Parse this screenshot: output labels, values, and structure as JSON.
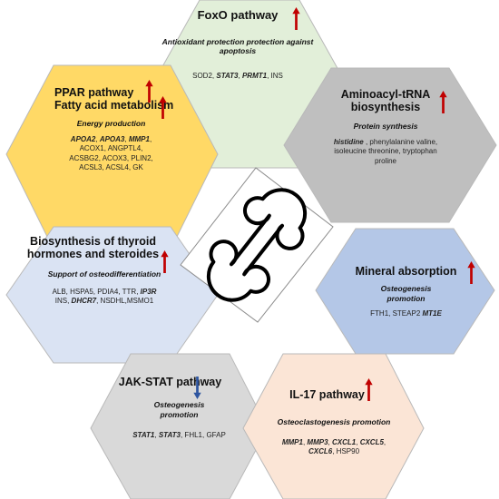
{
  "colors": {
    "up_arrow": "#c00000",
    "down_arrow": "#2e55a0",
    "foxo": "#e2efd9",
    "ppar": "#ffd966",
    "aminoacyl": "#bfbfbf",
    "thyroid": "#dae3f3",
    "mineral": "#b4c7e7",
    "jakstat": "#d9d9d9",
    "il17": "#fbe5d6"
  },
  "center_icon": "bone-icon",
  "pathways": {
    "foxo": {
      "title": "FoxO pathway",
      "direction": "up",
      "subtitle": "Antioxidant protection protection against apoptosis",
      "genes": [
        {
          "text": "SOD2, ",
          "bold": false
        },
        {
          "text": "STAT3",
          "bold": true
        },
        {
          "text": ", ",
          "bold": false
        },
        {
          "text": "PRMT1",
          "bold": true
        },
        {
          "text": ", INS",
          "bold": false
        }
      ]
    },
    "ppar": {
      "title_line1": "PPAR pathway",
      "title_line2": "Fatty acid metabolism",
      "direction": "up",
      "subtitle": "Energy production",
      "genes": [
        {
          "text": "APOA2",
          "bold": true
        },
        {
          "text": ", ",
          "bold": false
        },
        {
          "text": "APOA3",
          "bold": true
        },
        {
          "text": ", ",
          "bold": false
        },
        {
          "text": "MMP1",
          "bold": true
        },
        {
          "text": ", ACOX1, ANGPTL4, ACSBG2, ACOX3, PLIN2, ACSL3, ACSL4, GK",
          "bold": false
        }
      ]
    },
    "aminoacyl": {
      "title": "Aminoacyl-tRNA biosynthesis",
      "direction": "up",
      "subtitle": "Protein synthesis",
      "genes": [
        {
          "text": "histidine",
          "bold": true
        },
        {
          "text": " , phenylalanine valine, isoleucine threonine, tryptophan proline",
          "bold": false
        }
      ]
    },
    "thyroid": {
      "title": "Biosynthesis of thyroid hormones and steroides",
      "direction": "up",
      "subtitle": "Support of osteodifferentiation",
      "genes": [
        {
          "text": "ALB, HSPA5, PDIA4, TTR, ",
          "bold": false
        },
        {
          "text": "IP3R",
          "bold": true
        },
        {
          "text": " INS, ",
          "bold": false
        },
        {
          "text": "DHCR7",
          "bold": true
        },
        {
          "text": ", NSDHL,MSMO1",
          "bold": false
        }
      ]
    },
    "mineral": {
      "title": "Mineral absorption",
      "direction": "up",
      "subtitle": "Osteogenesis promotion",
      "genes": [
        {
          "text": "FTH1, STEAP2 ",
          "bold": false
        },
        {
          "text": "MT1E",
          "bold": true
        }
      ]
    },
    "jakstat": {
      "title": "JAK-STAT pathway",
      "direction": "down",
      "subtitle": "Osteogenesis promotion",
      "genes": [
        {
          "text": "STAT1",
          "bold": true
        },
        {
          "text": ", ",
          "bold": false
        },
        {
          "text": "STAT3",
          "bold": true
        },
        {
          "text": ", FHL1, GFAP",
          "bold": false
        }
      ]
    },
    "il17": {
      "title": "IL-17 pathway",
      "direction": "up",
      "subtitle": "Osteoclastogenesis promotion",
      "genes": [
        {
          "text": "MMP1",
          "bold": true
        },
        {
          "text": ", ",
          "bold": false
        },
        {
          "text": "MMP3",
          "bold": true
        },
        {
          "text": ", ",
          "bold": false
        },
        {
          "text": "CXCL1",
          "bold": true
        },
        {
          "text": ", ",
          "bold": false
        },
        {
          "text": "CXCL5",
          "bold": true
        },
        {
          "text": ", ",
          "bold": false
        },
        {
          "text": "CXCL6",
          "bold": true
        },
        {
          "text": ", HSP90",
          "bold": false
        }
      ]
    }
  }
}
